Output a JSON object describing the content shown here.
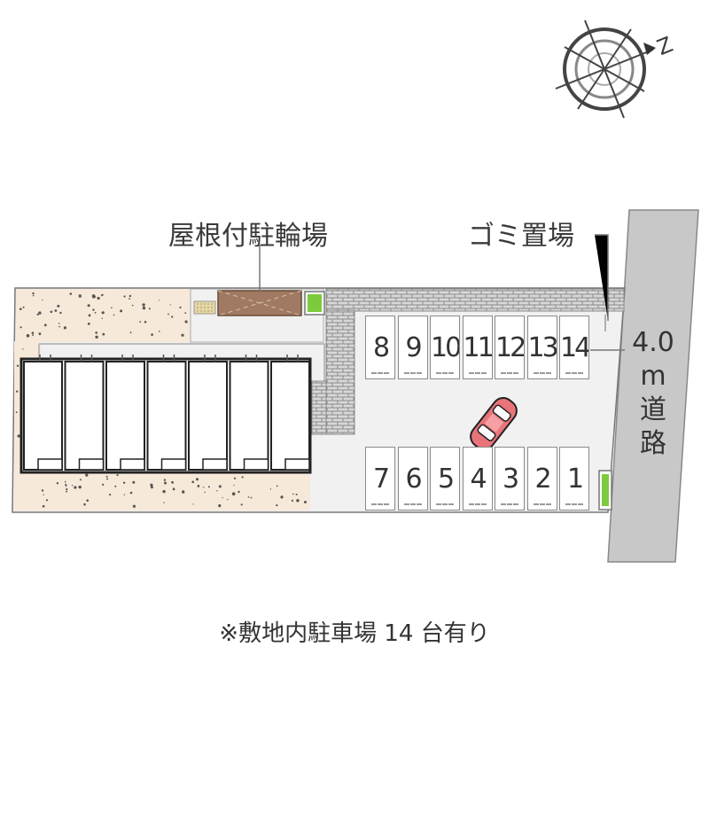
{
  "labels": {
    "bicycle_parking": "屋根付駐輪場",
    "garbage_area": "ゴミ置場",
    "road_width": "4.0",
    "road_unit": "m",
    "road_char1": "道",
    "road_char2": "路",
    "footnote": "※敷地内駐車場 14 台有り",
    "compass_letter": "Z"
  },
  "parking_top": [
    "8",
    "9",
    "10",
    "11",
    "12",
    "13",
    "14"
  ],
  "parking_bottom": [
    "7",
    "6",
    "5",
    "4",
    "3",
    "2",
    "1"
  ],
  "colors": {
    "ground": "#f1f1f1",
    "garden": "#f7e9da",
    "road": "#c8c8c8",
    "bike_roof": "#a07a62",
    "green": "#7ccb3c",
    "car": "#e8747a",
    "wall": "#8c8c8c"
  },
  "icons": {
    "compass": "north-compass-icon",
    "car": "car-icon"
  }
}
